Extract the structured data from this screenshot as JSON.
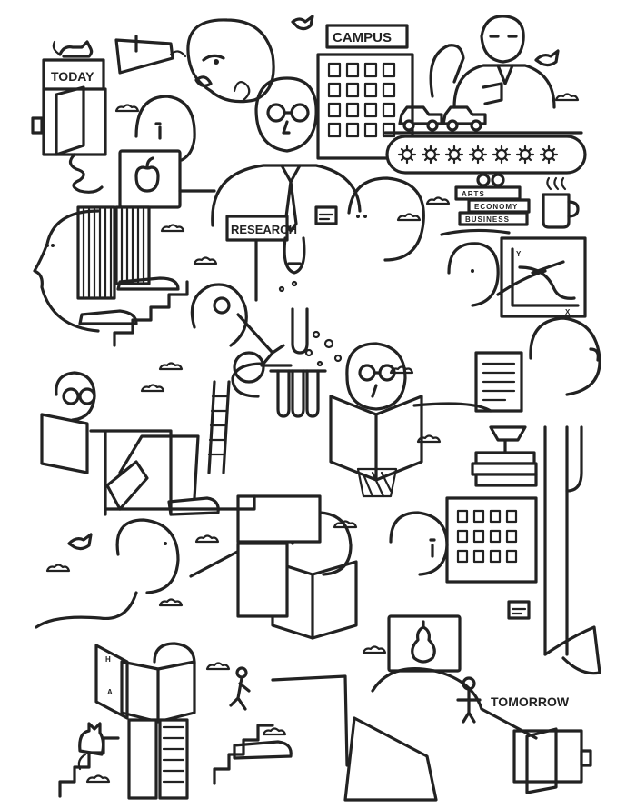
{
  "labels": {
    "today": "TODAY",
    "campus": "CAMPUS",
    "research": "RESEARCH",
    "arts": "ARTS",
    "economy": "ECONOMY",
    "business": "BUSINESS",
    "tomorrow": "TOMORROW",
    "book_letter_h": "H",
    "book_letter_a": "A",
    "axis_y": "Y",
    "axis_x": "X"
  },
  "colors": {
    "ink": "#222222",
    "paper": "#ffffff"
  },
  "icons": [
    "cat-icon",
    "bird-icon",
    "apple-icon",
    "pear-icon",
    "badge-icon",
    "cloud-icon",
    "gear-icon",
    "flask-icon",
    "microscope-icon",
    "coffee-cup-icon",
    "car-icon"
  ]
}
